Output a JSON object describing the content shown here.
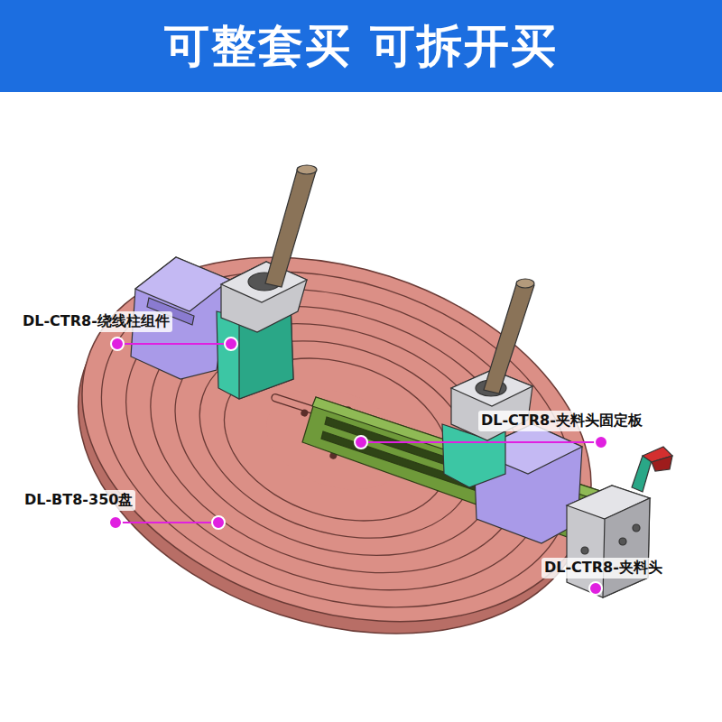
{
  "diagram": {
    "title": "可整套买 可拆开买",
    "labels": [
      "DL-CTR8-绕线柱组件",
      "DL-CTR8-夹料头固定板",
      "DL-BT8-350盘",
      "DL-CTR8-夹料头"
    ]
  }
}
